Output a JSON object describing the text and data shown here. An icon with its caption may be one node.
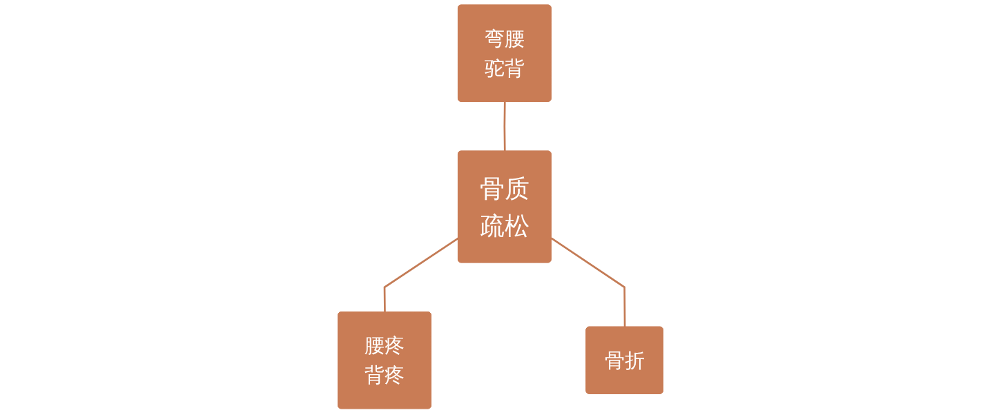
{
  "diagram": {
    "nodes": [
      {
        "text": [
          "弯腰驼背"
        ]
      },
      {
        "text": [
          "骨质疏松"
        ]
      },
      {
        "text": [
          "腰疼背疼"
        ]
      },
      {
        "text": [
          "骨折"
        ]
      }
    ],
    "edges": [
      {
        "from": 0,
        "to": 1,
        "arrow": "none"
      },
      {
        "from": 1,
        "to": 2,
        "arrow": "none"
      },
      {
        "from": 1,
        "to": 3,
        "arrow": "none"
      }
    ]
  }
}
